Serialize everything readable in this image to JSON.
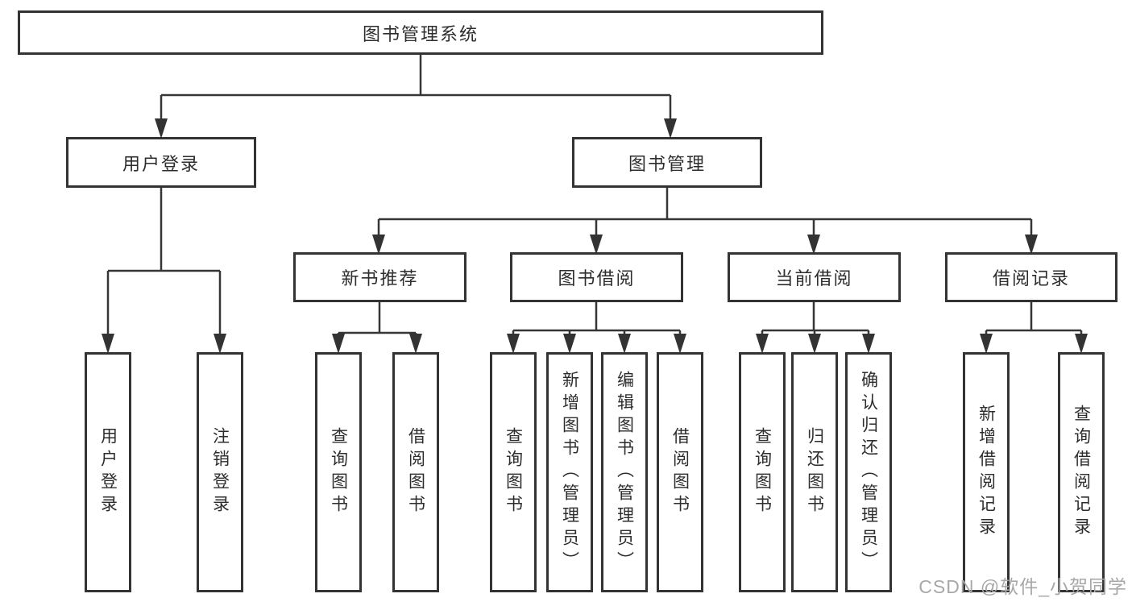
{
  "diagram": {
    "type": "hierarchy-tree",
    "title": "图书管理系统",
    "colors": {
      "background": "#ffffff",
      "line": "#363636",
      "box_border": "#333333",
      "text": "#2d2d2d",
      "watermark": "#a8a8a8"
    },
    "watermark": "CSDN @软件_小贺同学"
  },
  "tree": {
    "root": {
      "label": "图书管理系统"
    },
    "branches": [
      {
        "label": "用户登录",
        "children": [
          {
            "label": "用户登录"
          },
          {
            "label": "注销登录"
          }
        ]
      },
      {
        "label": "图书管理",
        "children": [
          {
            "label": "新书推荐",
            "children": [
              {
                "label": "查询图书"
              },
              {
                "label": "借阅图书"
              }
            ]
          },
          {
            "label": "图书借阅",
            "children": [
              {
                "label": "查询图书"
              },
              {
                "label": "新增图书（管理员）"
              },
              {
                "label": "编辑图书（管理员）"
              },
              {
                "label": "借阅图书"
              }
            ]
          },
          {
            "label": "当前借阅",
            "children": [
              {
                "label": "查询图书"
              },
              {
                "label": "归还图书"
              },
              {
                "label": "确认归还（管理员）"
              }
            ]
          },
          {
            "label": "借阅记录",
            "children": [
              {
                "label": "新增借阅记录"
              },
              {
                "label": "查询借阅记录"
              }
            ]
          }
        ]
      }
    ]
  }
}
